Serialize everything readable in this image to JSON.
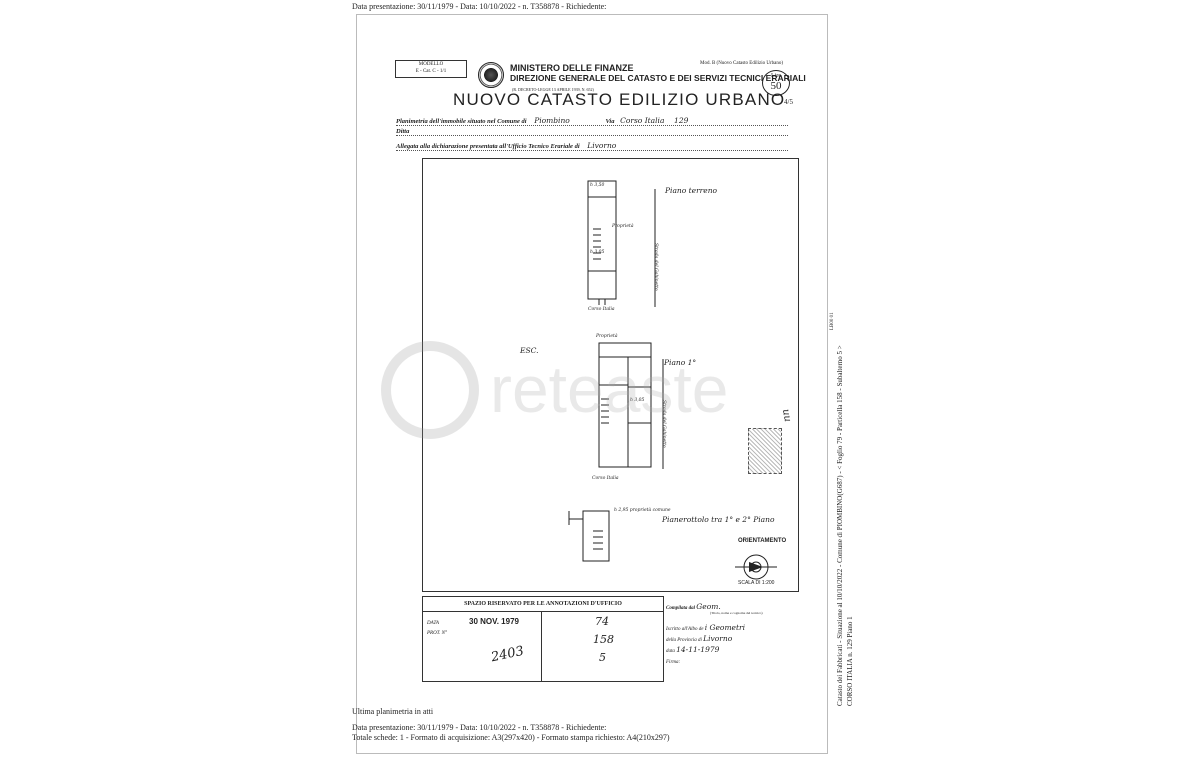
{
  "top_header": "Data presentazione: 30/11/1979 - Data: 10/10/2022 - n. T358878 - Richiedente:",
  "form": {
    "modello": "MODELLO",
    "modello_sub": "E - Cat. C - 1/1",
    "ministry": "MINISTERO DELLE FINANZE",
    "direction": "DIREZIONE GENERALE DEL CATASTO E DEI SERVIZI TECNICI ERARIALI",
    "royal_decree": "(R. DECRETO-LEGGE 13 APRILE 1939, N. 652)",
    "mod_right": "Mod. B (Nuovo Catasto Edilizio Urbano)",
    "lire_label": "Lire",
    "lire_value": "50",
    "title": "NUOVO CATASTO EDILIZIO URBANO",
    "planimetria_label": "Planimetria dell'immobile situato nel Comune di",
    "comune": "Piombino",
    "via_label": "Via",
    "via": "Corso Italia",
    "civico": "129",
    "ditta_label": "Ditta",
    "allegata_label": "Allegata alla dichiarazione presentata all'Ufficio Tecnico Erariale di",
    "ufficio": "Livorno",
    "corner_mark": "4/5"
  },
  "plan": {
    "piano_terreno": "Piano terreno",
    "piano_primo": "Piano 1°",
    "pianerottolo": "Pianerottolo tra 1° e 2° Piano",
    "corso_italia": "Corso Italia",
    "strada": "Strada del Gabinetto",
    "esc": "ESC.",
    "proprieta": "Proprietà",
    "h350": "h 3,50",
    "h305": "h 3,05",
    "h295": "h 2,95 proprietà comune",
    "marginal": "uu",
    "orientamento": "ORIENTAMENTO",
    "scala": "SCALA DI 1:200"
  },
  "watermark": "reteaste",
  "office": {
    "header": "SPAZIO RISERVATO PER LE ANNOTAZIONI D'UFFICIO",
    "data_label": "DATA",
    "prot_label": "PROT. N°",
    "date_stamp": "30 NOV. 1979",
    "prot_number": "2403",
    "foglio": "74",
    "particella": "158",
    "subalterno": "5"
  },
  "compiler": {
    "compilata_label": "Compilata dal",
    "compilata_value": "Geom.",
    "nome_hint": "(Titolo, nome e cognome del tecnico)",
    "iscritto_label": "Iscritto all'Albo de",
    "iscritto_value": "i Geometri",
    "provincia_label": "della Provincia di",
    "provincia_value": "Livorno",
    "data_label": "data",
    "data_value": "14-11-1979",
    "firma_label": "Firma:"
  },
  "footer": {
    "ultima": "Ultima planimetria in atti",
    "line1": "Data presentazione: 30/11/1979 - Data: 10/10/2022 - n. T358878 - Richiedente:",
    "line2": "Totale schede: 1 - Formato di acquisizione: A3(297x420) - Formato stampa richiesto: A4(210x297)"
  },
  "side": {
    "line1": "Catasto dei Fabbricati - Situazione al 10/10/2022 - Comune di PIOMBINO(G687) - < Foglio 79 - Particella 158 - Subalterno 5 >",
    "line2": "CORSO ITALIA n. 129 Piano 1",
    "code": "LB00 01"
  }
}
